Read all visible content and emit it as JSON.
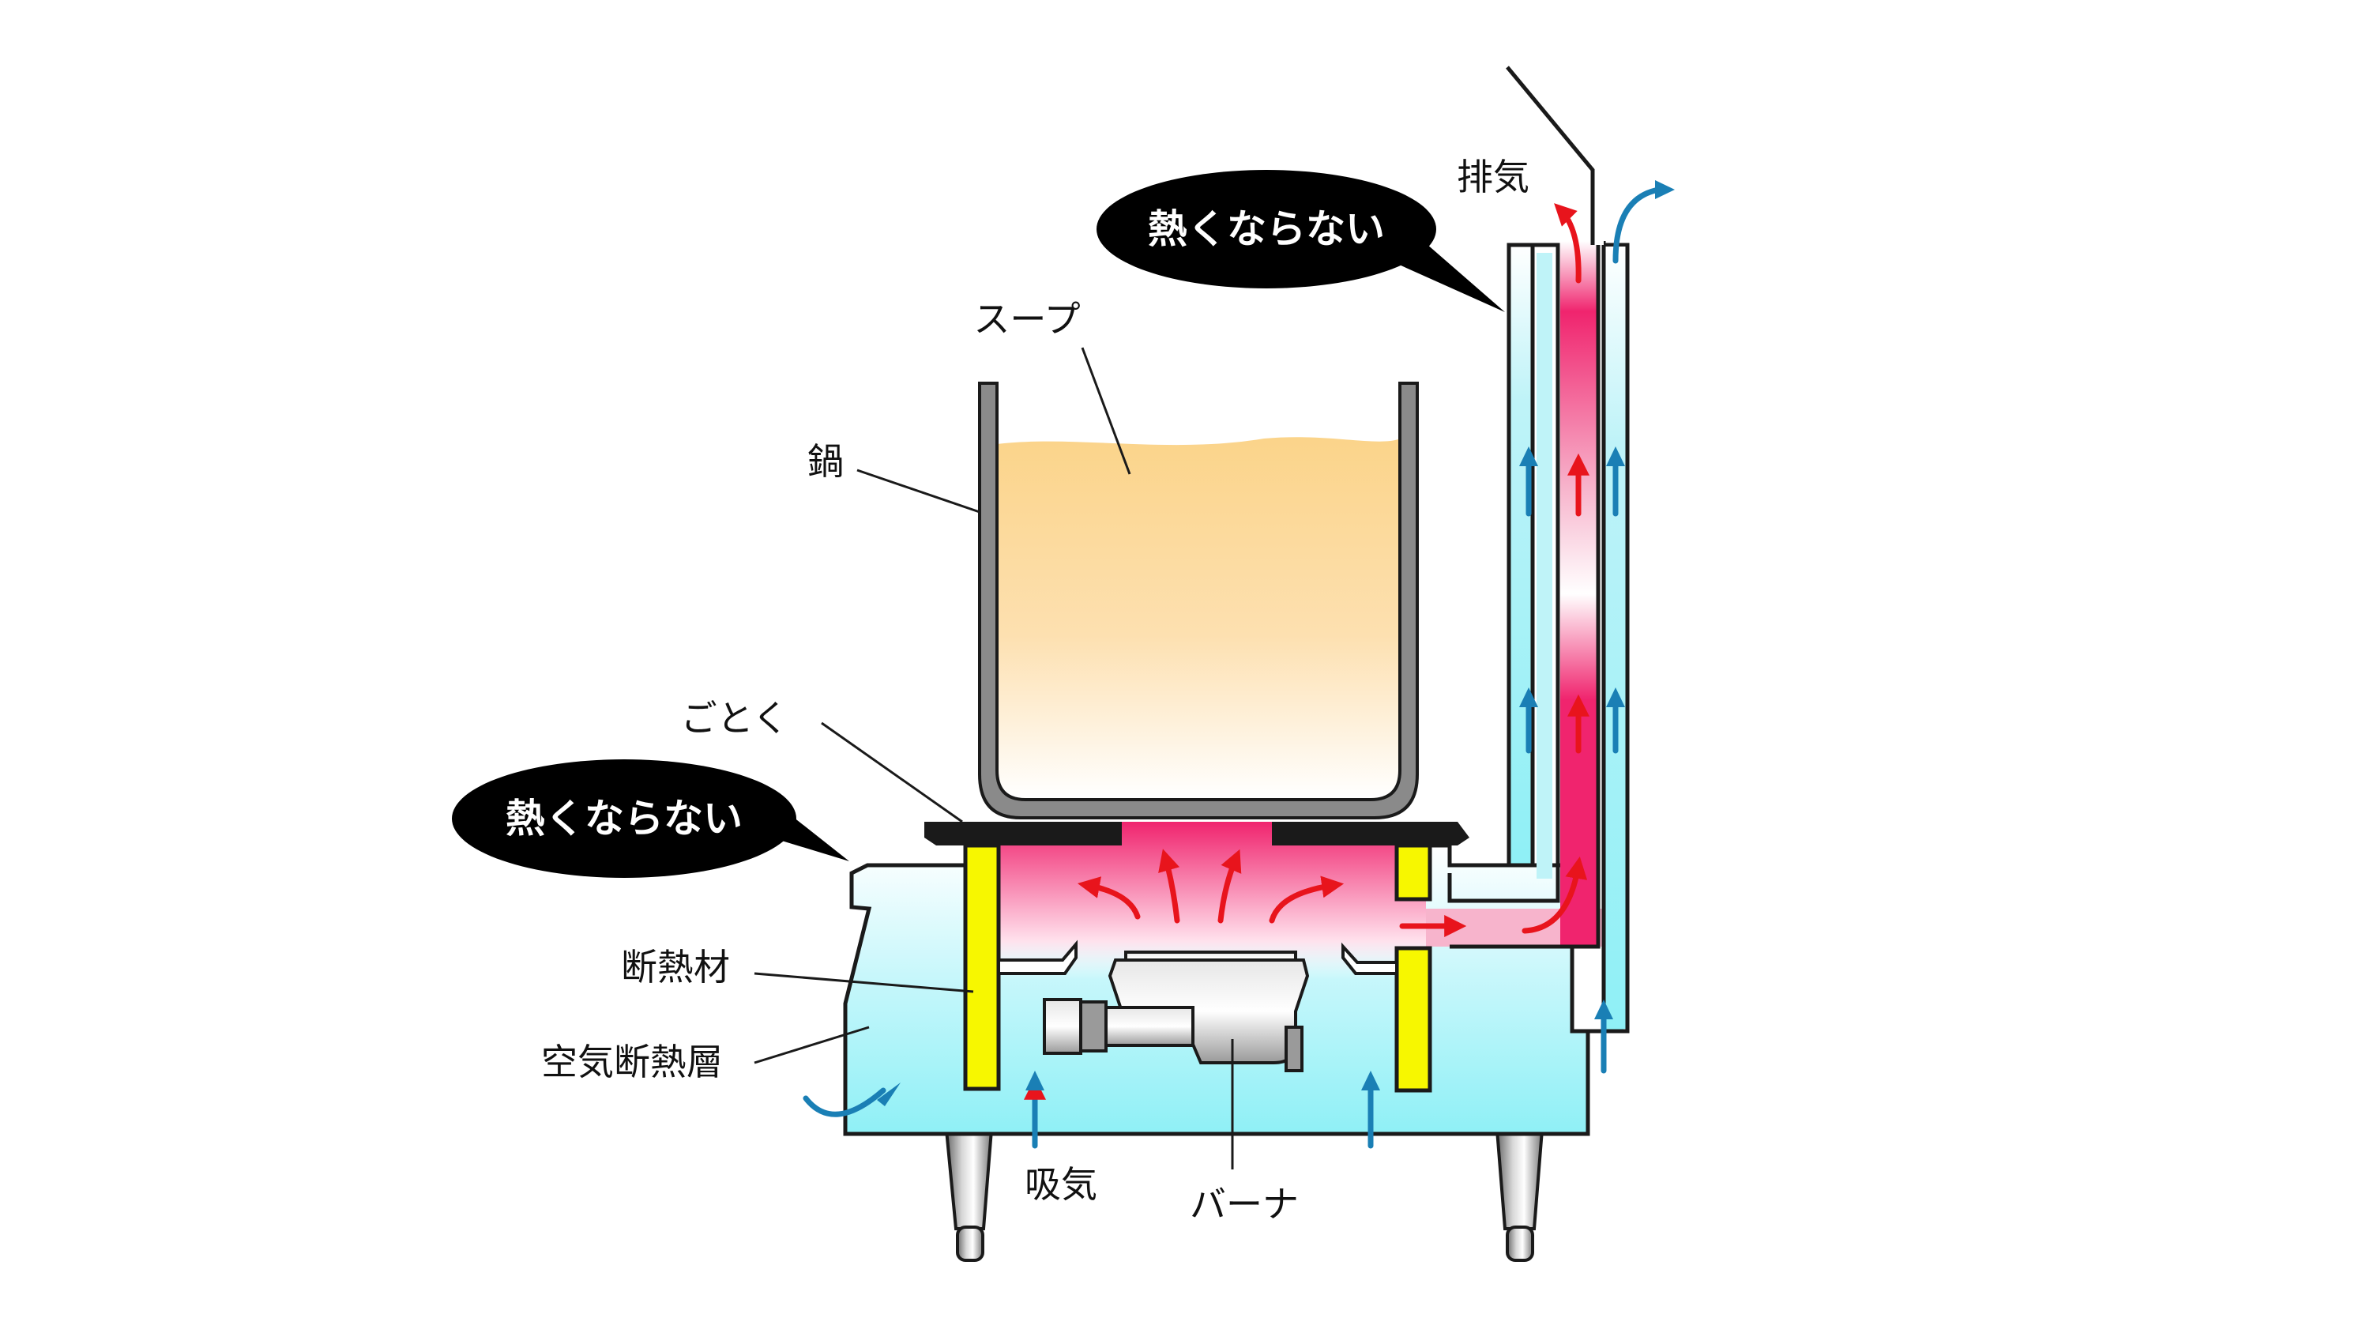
{
  "labels": {
    "soup": "スープ",
    "pot": "鍋",
    "trivet": "ごとく",
    "insulation": "断熱材",
    "air_layer": "空気断熱層",
    "intake": "吸気",
    "burner": "バーナ",
    "exhaust": "排気"
  },
  "bubbles": {
    "top": "熱くならない",
    "left": "熱くならない"
  },
  "colors": {
    "hot_air": "#f0246e",
    "cool_air": "#8ff0f6",
    "soup": "#fbd48a",
    "insulation": "#f7f700",
    "outline": "#1a1a1a",
    "hot_arrow": "#e8141c",
    "cool_arrow": "#1a7fb5"
  }
}
